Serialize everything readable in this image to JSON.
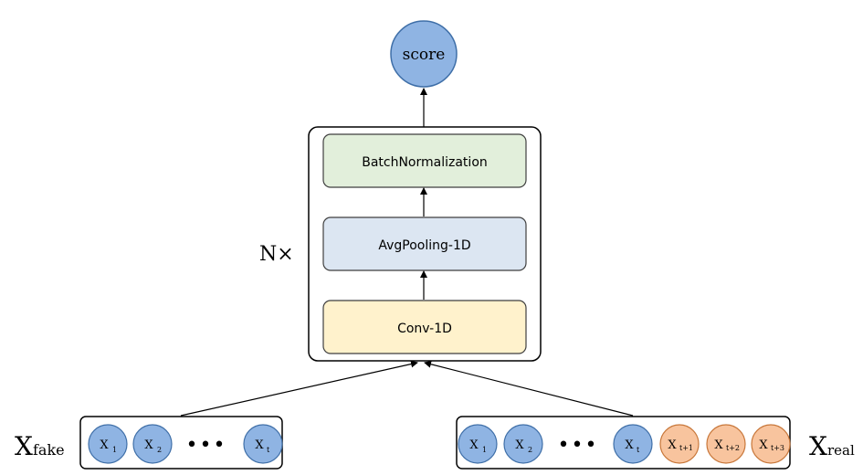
{
  "output": {
    "label": "score"
  },
  "block": {
    "repeat_label": "N×",
    "layers": [
      {
        "label": "BatchNormalization",
        "fill": "#e2efdb",
        "stroke": "#3f3f3f"
      },
      {
        "label": "AvgPooling-1D",
        "fill": "#dce6f2",
        "stroke": "#3f3f3f"
      },
      {
        "label": "Conv-1D",
        "fill": "#fff2cc",
        "stroke": "#3f3f3f"
      }
    ]
  },
  "inputs": {
    "fake": {
      "name": "X",
      "subscript": "fake",
      "items": [
        {
          "base": "X",
          "sub": "1"
        },
        {
          "base": "X",
          "sub": "2"
        },
        {
          "base": "X",
          "sub": "t"
        }
      ],
      "ellipsis": "•••"
    },
    "real": {
      "name": "X",
      "subscript": "real",
      "items": [
        {
          "base": "X",
          "sub": "1"
        },
        {
          "base": "X",
          "sub": "2"
        },
        {
          "base": "X",
          "sub": "t"
        },
        {
          "base": "X",
          "sub": "t+1"
        },
        {
          "base": "X",
          "sub": "t+2"
        },
        {
          "base": "X",
          "sub": "t+3"
        }
      ],
      "ellipsis": "•••"
    }
  },
  "colors": {
    "blue_node": "#8fb4e3",
    "blue_node_stroke": "#3f6fa8",
    "orange_node": "#f8c49e",
    "orange_node_stroke": "#c8773a",
    "line": "#000000"
  }
}
